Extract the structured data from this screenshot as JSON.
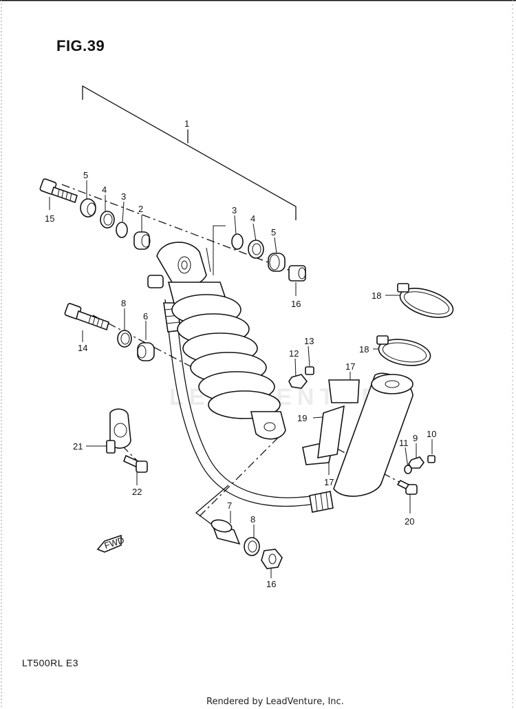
{
  "figure_title": "FIG.39",
  "model_code": "LT500RL  E3",
  "credit": "Rendered by LeadVenture, Inc.",
  "watermark": "LEADVENTURE",
  "fwd_label": "FWD",
  "callouts": [
    {
      "id": "c1",
      "text": "1"
    },
    {
      "id": "c2",
      "text": "2"
    },
    {
      "id": "c3a",
      "text": "3"
    },
    {
      "id": "c3b",
      "text": "3"
    },
    {
      "id": "c4a",
      "text": "4"
    },
    {
      "id": "c4b",
      "text": "4"
    },
    {
      "id": "c5a",
      "text": "5"
    },
    {
      "id": "c5b",
      "text": "5"
    },
    {
      "id": "c6",
      "text": "6"
    },
    {
      "id": "c7",
      "text": "7"
    },
    {
      "id": "c8a",
      "text": "8"
    },
    {
      "id": "c8b",
      "text": "8"
    },
    {
      "id": "c9",
      "text": "9"
    },
    {
      "id": "c10",
      "text": "10"
    },
    {
      "id": "c11",
      "text": "11"
    },
    {
      "id": "c12",
      "text": "12"
    },
    {
      "id": "c13",
      "text": "13"
    },
    {
      "id": "c14",
      "text": "14"
    },
    {
      "id": "c15",
      "text": "15"
    },
    {
      "id": "c16a",
      "text": "16"
    },
    {
      "id": "c16b",
      "text": "16"
    },
    {
      "id": "c17a",
      "text": "17"
    },
    {
      "id": "c17b",
      "text": "17"
    },
    {
      "id": "c18a",
      "text": "18"
    },
    {
      "id": "c18b",
      "text": "18"
    },
    {
      "id": "c19",
      "text": "19"
    },
    {
      "id": "c20",
      "text": "20"
    },
    {
      "id": "c21",
      "text": "21"
    },
    {
      "id": "c22",
      "text": "22"
    }
  ]
}
